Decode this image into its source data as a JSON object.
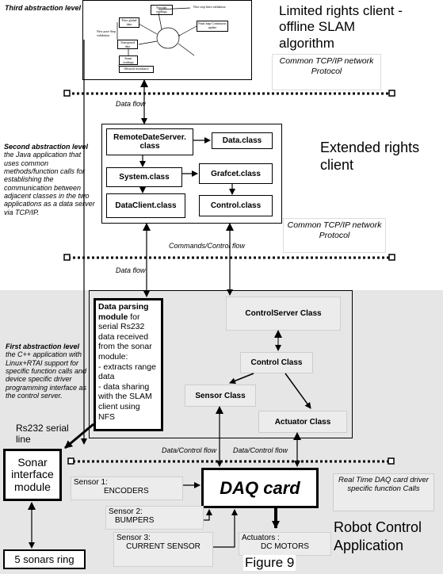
{
  "third_level": {
    "label": "Third abstraction level",
    "client_title": "Limited rights client - offline SLAM algorithm",
    "protocol": "Common TCP/IP network Protocol",
    "flowchart": {
      "nodes": [
        "Encoder readings",
        "New step lines validation",
        "Prior global data",
        "New pose Step validation",
        "Map validation",
        "Final map Continuous update",
        "Transposed data",
        "Sonar readings",
        "Obstacle avoidance"
      ]
    }
  },
  "extended": {
    "client_title": "Extended rights client",
    "protocol": "Common TCP/IP network Protocol",
    "classes": {
      "remote": "RemoteDateServer. class",
      "data": "Data.class",
      "system": "System.class",
      "grafcet": "Grafcet.class",
      "dataclient": "DataClient.class",
      "control": "Control.class"
    }
  },
  "second_level": {
    "title": "Second abstraction level",
    "text": "the Java application that uses common methods/function calls for establishing the communication between adjacent classes in the two applications as a data server via TCP/IP."
  },
  "first_level": {
    "title": "First abstraction level",
    "text": "the C++ application with Linux+RTAI support for specific function calls and device specific driver programming interface as the control server."
  },
  "flows": {
    "data_flow_1": "Data flow",
    "data_flow_2": "Data flow",
    "commands_flow": "Commands/Control flow",
    "dc_flow_1": "Data/Control flow",
    "dc_flow_2": "Data/Control flow"
  },
  "server": {
    "parsing_title": "Data parsing module",
    "parsing_text": "for serial Rs232 data received from the sonar module:",
    "parsing_item_1": "- extracts range data",
    "parsing_item_2": "- data sharing with the SLAM client using NFS",
    "controlserver": "ControlServer Class",
    "controlclass": "Control Class",
    "sensorclass": "Sensor Class",
    "actuatorclass": "Actuator Class"
  },
  "hardware": {
    "rs232": "Rs232 serial line",
    "sonar_module": "Sonar interface module",
    "sonars_ring": "5 sonars ring",
    "daq": "DAQ card",
    "daq_note": "Real Time DAQ card driver specific function Calls",
    "sensor1_label": "Sensor 1:",
    "sensor1_value": "ENCODERS",
    "sensor2_label": "Sensor 2:",
    "sensor2_value": "BUMPERS",
    "sensor3_label": "Sensor 3:",
    "sensor3_value": "CURRENT SENSOR",
    "actuators_label": "Actuators :",
    "actuators_value": "DC MOTORS",
    "robot_app": "Robot Control Application",
    "figure": "Figure 9"
  }
}
